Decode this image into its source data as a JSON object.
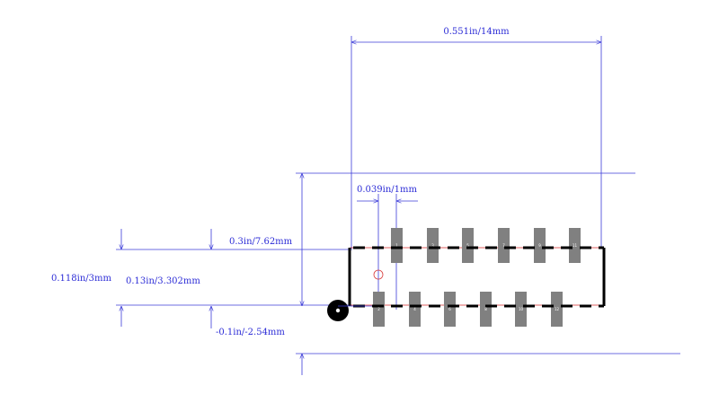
{
  "colors": {
    "dimension": "#3b3bd8",
    "pad": "#808080",
    "outline": "#000000",
    "courtyard": "#d83b3b",
    "background": "#ffffff"
  },
  "dimensions": {
    "width_overall": "0.551in/14mm",
    "pitch": "0.039in/1mm",
    "row_span": "0.3in/7.62mm",
    "pad_length": "0.118in/3mm",
    "body_height": "0.13in/3.302mm",
    "offset": "-0.1in/-2.54mm"
  },
  "pins": {
    "top": [
      "1",
      "3",
      "5",
      "7",
      "9",
      "11"
    ],
    "bottom": [
      "2",
      "4",
      "6",
      "8",
      "10",
      "12"
    ]
  },
  "icons": {
    "origin": "origin-marker-icon",
    "pin1": "pin1-marker-icon"
  }
}
